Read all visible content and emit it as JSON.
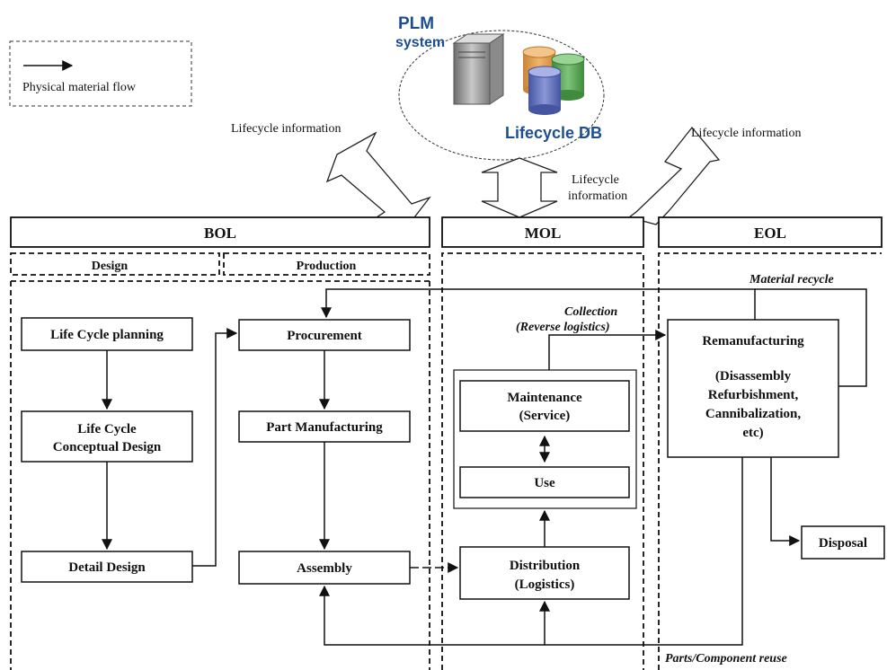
{
  "legend": {
    "label": "Physical material flow"
  },
  "plm": {
    "title_line1": "PLM",
    "title_line2": "system",
    "db_label": "Lifecycle DB"
  },
  "info": {
    "left": "Lifecycle information",
    "right": "Lifecycle information",
    "center_line1": "Lifecycle",
    "center_line2": "information"
  },
  "phases": {
    "bol": "BOL",
    "mol": "MOL",
    "eol": "EOL"
  },
  "subphases": {
    "design": "Design",
    "production": "Production"
  },
  "boxes": {
    "lc_planning": "Life Cycle planning",
    "lc_concept_1": "Life Cycle",
    "lc_concept_2": "Conceptual Design",
    "detail_design": "Detail Design",
    "procurement": "Procurement",
    "part_mfg": "Part Manufacturing",
    "assembly": "Assembly",
    "maintenance_1": "Maintenance",
    "maintenance_2": "(Service)",
    "use": "Use",
    "distribution_1": "Distribution",
    "distribution_2": "(Logistics)",
    "reman_title": "Remanufacturing",
    "reman_1": "(Disassembly",
    "reman_2": "Refurbishment,",
    "reman_3": "Cannibalization,",
    "reman_4": "etc)",
    "disposal": "Disposal"
  },
  "flows": {
    "collection_1": "Collection",
    "collection_2": "(Reverse logistics)",
    "material_recycle": "Material recycle",
    "parts_reuse": "Parts/Component reuse"
  },
  "colors": {
    "plm_text": "#1c4f8f",
    "server": "#9a9a9a",
    "db_orange": "#e8a85a",
    "db_green": "#6fb36a",
    "db_blue": "#6f7fc4"
  }
}
